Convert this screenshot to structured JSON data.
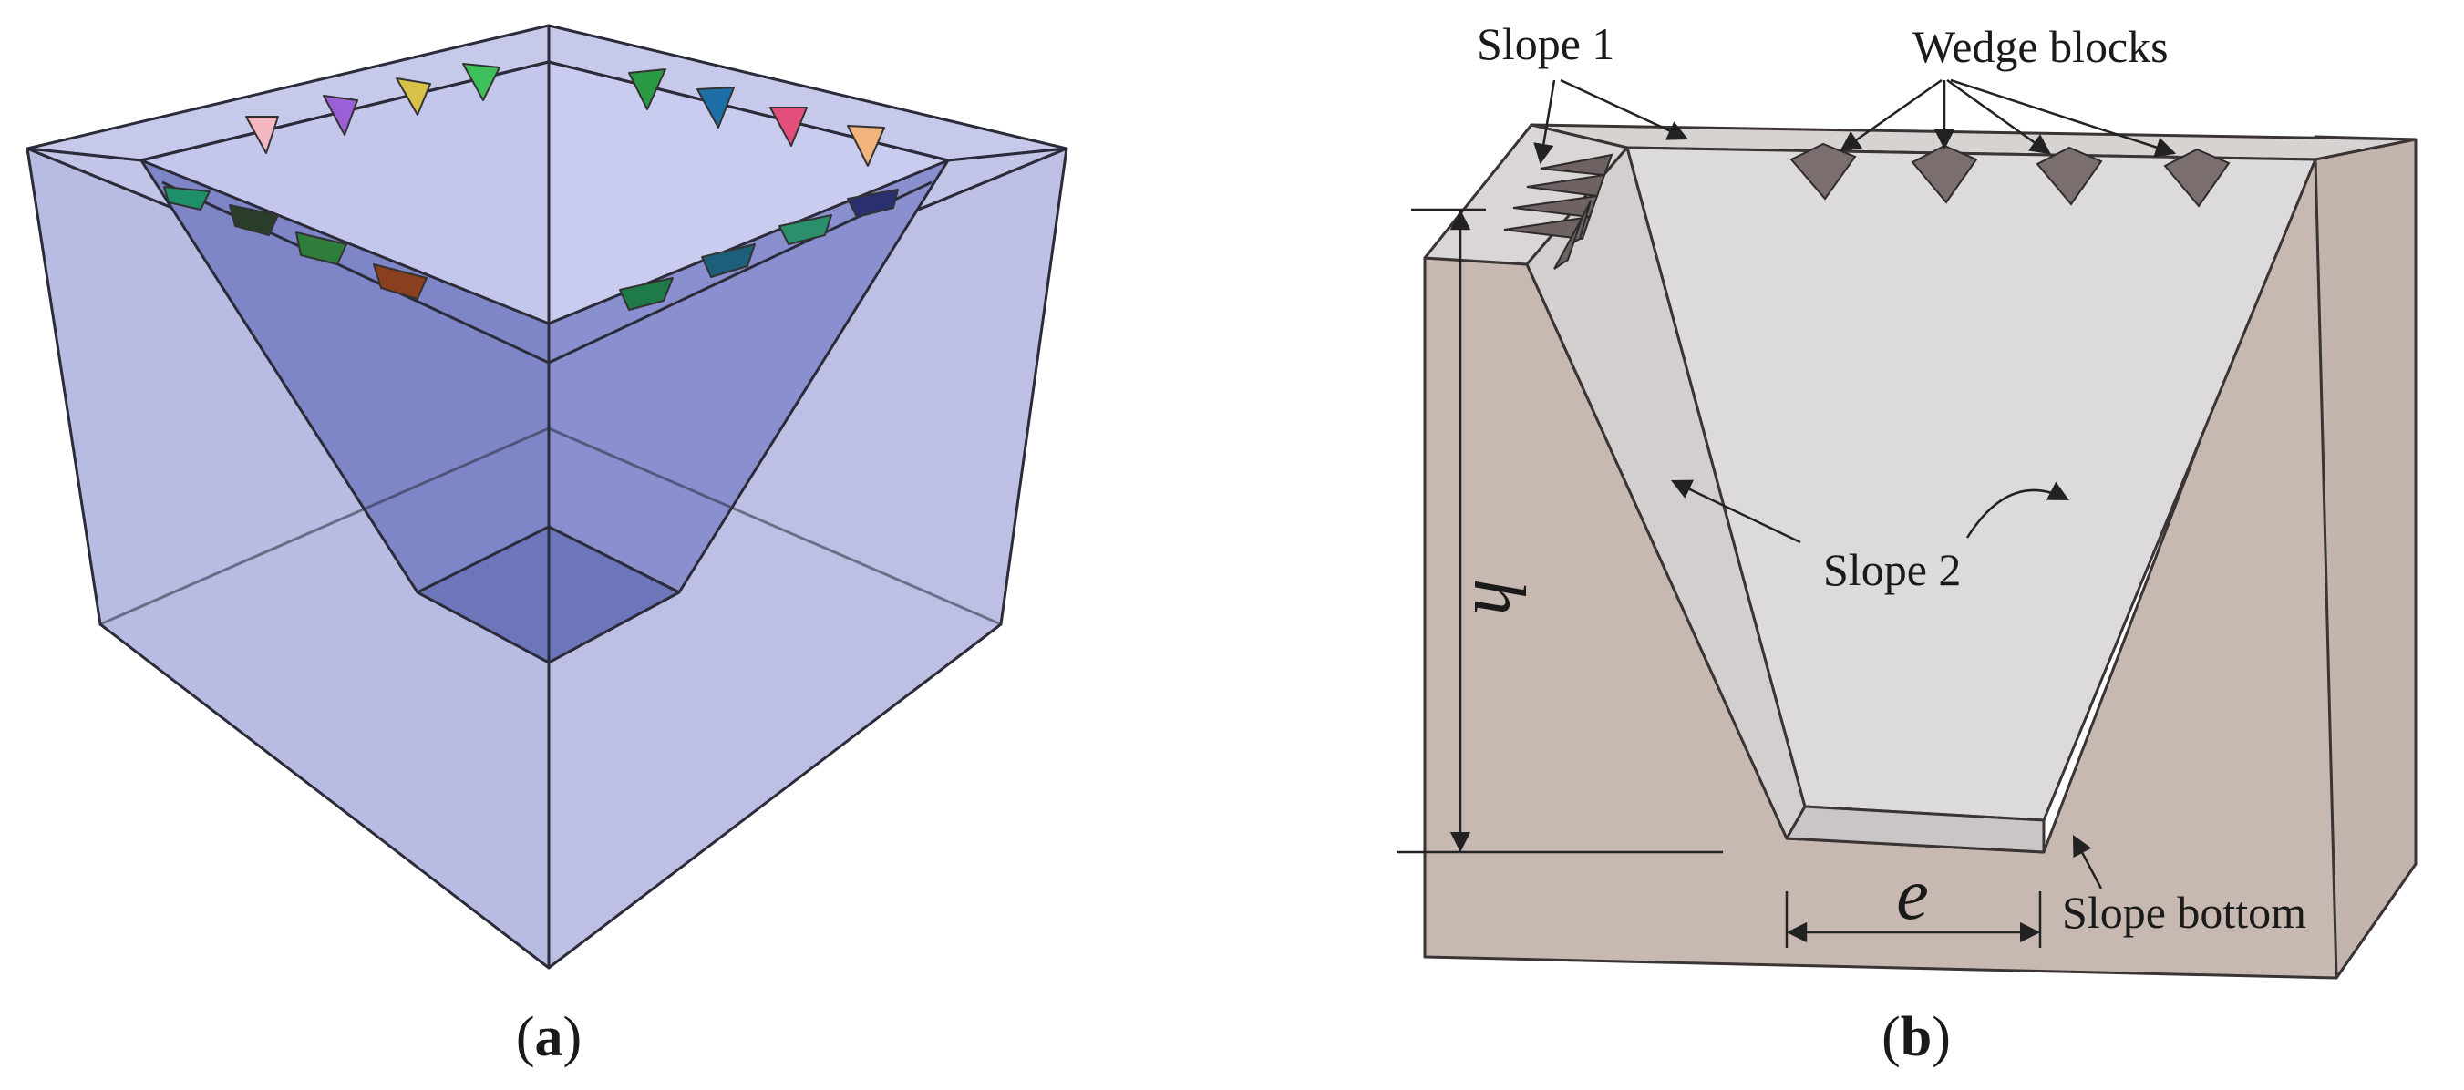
{
  "panel_a": {
    "caption": {
      "open": "(",
      "letter": "a",
      "close": ")"
    },
    "box_color": "#b4b7e0",
    "pit_color": "#7f86c8",
    "wedge_colors": [
      "#f4b8c3",
      "#9b5fd6",
      "#d8c24a",
      "#3fbf5a",
      "#2a9a45",
      "#1d6fa8",
      "#e24f7a",
      "#f0b47c",
      "#1f8f6a",
      "#2a3d2a",
      "#2f7d3b",
      "#8a3f1f",
      "#1f7a4a",
      "#1d5e7a",
      "#2a8f6a",
      "#2a2f70"
    ]
  },
  "panel_b": {
    "caption": {
      "open": "(",
      "letter": "b",
      "close": ")"
    },
    "labels": {
      "slope1": "Slope 1",
      "wedge_blocks": "Wedge blocks",
      "slope2": "Slope 2",
      "slope_bottom": "Slope bottom",
      "height_symbol": "h",
      "width_symbol": "e"
    },
    "soil_color": "#c7b9b2",
    "face_color": "#dcdada"
  }
}
